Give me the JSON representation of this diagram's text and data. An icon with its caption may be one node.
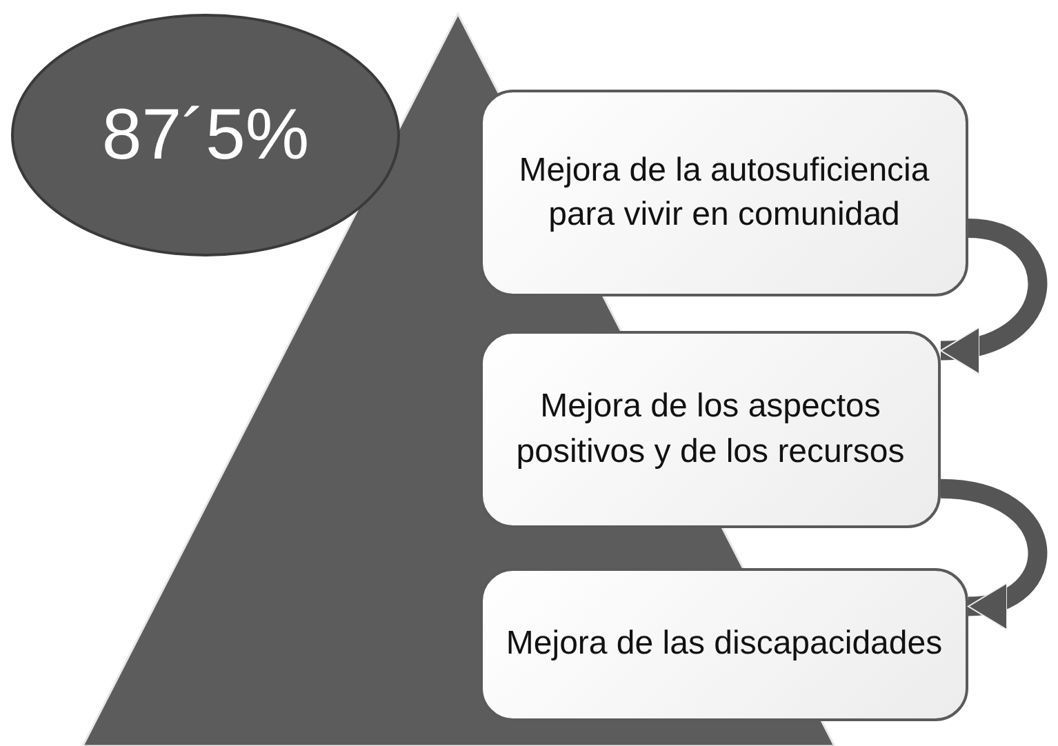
{
  "diagram": {
    "nodes": [
      {
        "text": [
          "87´5%"
        ]
      },
      {
        "text": [
          "Mejora de la autosuficiencia para vivir en comunidad"
        ]
      },
      {
        "text": [
          "Mejora de los aspectos positivos y de los recursos"
        ]
      },
      {
        "text": [
          "Mejora de las discapacidades"
        ]
      }
    ],
    "edges": [
      {
        "from": 1,
        "to": 2,
        "arrow": "to"
      },
      {
        "from": 2,
        "to": 3,
        "arrow": "to"
      }
    ]
  }
}
